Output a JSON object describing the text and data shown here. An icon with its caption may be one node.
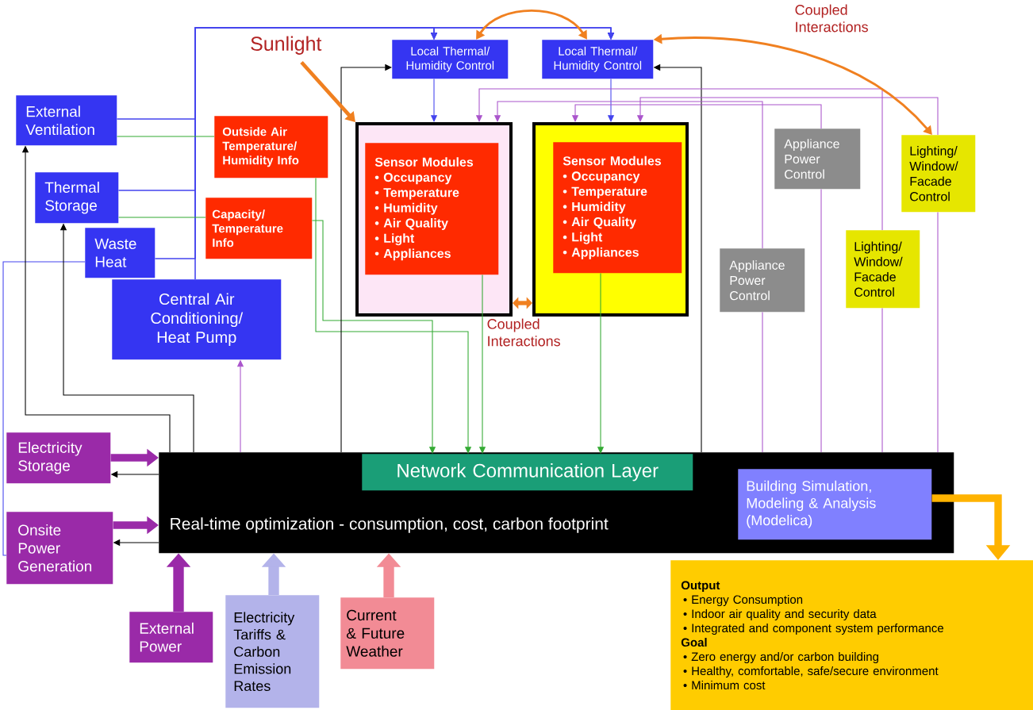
{
  "diagram": {
    "nodes": [
      {
        "text": [
          "External Ventilation"
        ]
      },
      {
        "text": [
          "Thermal Storage"
        ]
      },
      {
        "text": [
          "Waste Heat"
        ]
      },
      {
        "text": [
          "Central Air Conditioning/ Heat Pump"
        ]
      },
      {
        "text": [
          "Outside Air Temperature/ Humidity Info"
        ]
      },
      {
        "text": [
          "Capacity/ Temperature Info"
        ]
      },
      {
        "text": [
          "Local Thermal/ Humidity Control"
        ]
      },
      {
        "text": [
          "Local Thermal/ Humidity Control"
        ]
      },
      {
        "text": [],
        "shape": "box"
      },
      {
        "text": [
          "Sensor Modules",
          "• Occupancy",
          "• Temperature",
          "• Humidity",
          "• Air Quality",
          "• Light",
          "• Appliances"
        ],
        "in": 8
      },
      {
        "text": [],
        "shape": "box"
      },
      {
        "text": [
          "Sensor Modules",
          "• Occupancy",
          "• Temperature",
          "• Humidity",
          "• Air Quality",
          "• Light",
          "• Appliances"
        ],
        "in": 10
      },
      {
        "text": [
          "Appliance Power Control"
        ]
      },
      {
        "text": [
          "Appliance Power Control"
        ]
      },
      {
        "text": [
          "Lighting/ Window/ Facade Control"
        ]
      },
      {
        "text": [
          "Lighting/ Window/ Facade Control"
        ]
      },
      {
        "text": [
          "Real-time optimization - consumption, cost, carbon footprint"
        ]
      },
      {
        "text": [
          "Network Communication Layer"
        ],
        "in": 16
      },
      {
        "text": [
          "Building Simulation, Modeling & Analysis (Modelica)"
        ],
        "in": 16
      },
      {
        "text": [
          "Electricity Storage"
        ]
      },
      {
        "text": [
          "Onsite Power Generation"
        ]
      },
      {
        "text": [
          "External Power"
        ]
      },
      {
        "text": [
          "Electricity Tariffs & Carbon Emission Rates"
        ]
      },
      {
        "text": [
          "Current & Future Weather"
        ]
      },
      {
        "text": [
          "Output",
          "• Energy Consumption",
          "• Indoor air quality and security data",
          "• Integrated and component system performance",
          "Goal",
          "• Zero energy and/or carbon building",
          "• Healthy, comfortable, safe/secure environment",
          "• Minimum cost"
        ]
      },
      {
        "text": [
          "Sunlight"
        ]
      }
    ],
    "edges": [
      {
        "from": 0,
        "to": 6,
        "arrow": "to",
        "color": "#4444ee"
      },
      {
        "from": 0,
        "to": 7,
        "arrow": "to",
        "color": "#4444ee"
      },
      {
        "from": 1,
        "to": 6,
        "arrow": "to",
        "color": "#4444ee"
      },
      {
        "from": 1,
        "to": 7,
        "arrow": "to",
        "color": "#4444ee"
      },
      {
        "from": 2,
        "to": 6,
        "arrow": "to",
        "color": "#4444ee"
      },
      {
        "from": 2,
        "to": 7,
        "arrow": "to",
        "color": "#4444ee"
      },
      {
        "from": 3,
        "to": 6,
        "arrow": "to",
        "color": "#4444ee"
      },
      {
        "from": 3,
        "to": 7,
        "arrow": "to",
        "color": "#4444ee"
      },
      {
        "from": 6,
        "to": 8,
        "arrow": "to",
        "color": "#4444ee"
      },
      {
        "from": 7,
        "to": 10,
        "arrow": "to",
        "color": "#4444ee"
      },
      {
        "from": 20,
        "to": 2,
        "arrow": "none",
        "color": "#4444ee"
      },
      {
        "from": 0,
        "to": 4,
        "arrow": "none",
        "color": "#33aa33"
      },
      {
        "from": 1,
        "to": 5,
        "arrow": "none",
        "color": "#33aa33"
      },
      {
        "from": 4,
        "to": 17,
        "arrow": "to",
        "color": "#33aa33"
      },
      {
        "from": 5,
        "to": 17,
        "arrow": "to",
        "color": "#33aa33"
      },
      {
        "from": 9,
        "to": 17,
        "arrow": "to",
        "color": "#33aa33"
      },
      {
        "from": 11,
        "to": 17,
        "arrow": "to",
        "color": "#33aa33"
      },
      {
        "from": 16,
        "to": 6,
        "arrow": "to",
        "color": "#000000"
      },
      {
        "from": 16,
        "to": 7,
        "arrow": "to",
        "color": "#000000"
      },
      {
        "from": 16,
        "to": 0,
        "arrow": "to",
        "color": "#000000"
      },
      {
        "from": 16,
        "to": 1,
        "arrow": "to",
        "color": "#000000"
      },
      {
        "from": 16,
        "to": 19,
        "arrow": "to",
        "color": "#000000"
      },
      {
        "from": 16,
        "to": 20,
        "arrow": "to",
        "color": "#000000"
      },
      {
        "from": 19,
        "to": 16,
        "arrow": "to",
        "style": "thick",
        "color": "#9a2aa8"
      },
      {
        "from": 20,
        "to": 16,
        "arrow": "to",
        "style": "thick",
        "color": "#9a2aa8"
      },
      {
        "from": 21,
        "to": 16,
        "arrow": "to",
        "style": "thick",
        "color": "#9a2aa8"
      },
      {
        "from": 22,
        "to": 16,
        "arrow": "to",
        "style": "thick",
        "color": "#b3b3ea"
      },
      {
        "from": 23,
        "to": 16,
        "arrow": "to",
        "style": "thick",
        "color": "#f28b95"
      },
      {
        "from": 16,
        "to": 3,
        "arrow": "to",
        "color": "#aa55cc"
      },
      {
        "from": 16,
        "to": 12,
        "arrow": "none",
        "color": "#aa55cc"
      },
      {
        "from": 12,
        "to": 10,
        "arrow": "to",
        "color": "#aa55cc"
      },
      {
        "from": 16,
        "to": 13,
        "arrow": "none",
        "color": "#aa55cc"
      },
      {
        "from": 13,
        "to": 8,
        "arrow": "to",
        "color": "#aa55cc"
      },
      {
        "from": 16,
        "to": 15,
        "arrow": "none",
        "color": "#aa55cc"
      },
      {
        "from": 15,
        "to": 8,
        "arrow": "to",
        "color": "#aa55cc"
      },
      {
        "from": 16,
        "to": 14,
        "arrow": "none",
        "color": "#aa55cc"
      },
      {
        "from": 14,
        "to": 10,
        "arrow": "to",
        "color": "#aa55cc"
      },
      {
        "from": 25,
        "to": 8,
        "arrow": "to",
        "style": "thick",
        "color": "#f08020"
      },
      {
        "from": 8,
        "to": 10,
        "arrow": "both",
        "style": "thick",
        "color": "#f08020",
        "label": "Coupled Interactions"
      },
      {
        "from": 6,
        "to": 7,
        "arrow": "both",
        "color": "#f08020"
      },
      {
        "from": 7,
        "to": 14,
        "arrow": "both",
        "color": "#f08020",
        "label": "Coupled Interactions"
      },
      {
        "from": 18,
        "to": 24,
        "arrow": "to",
        "style": "thick",
        "color": "#ffb300"
      }
    ]
  }
}
